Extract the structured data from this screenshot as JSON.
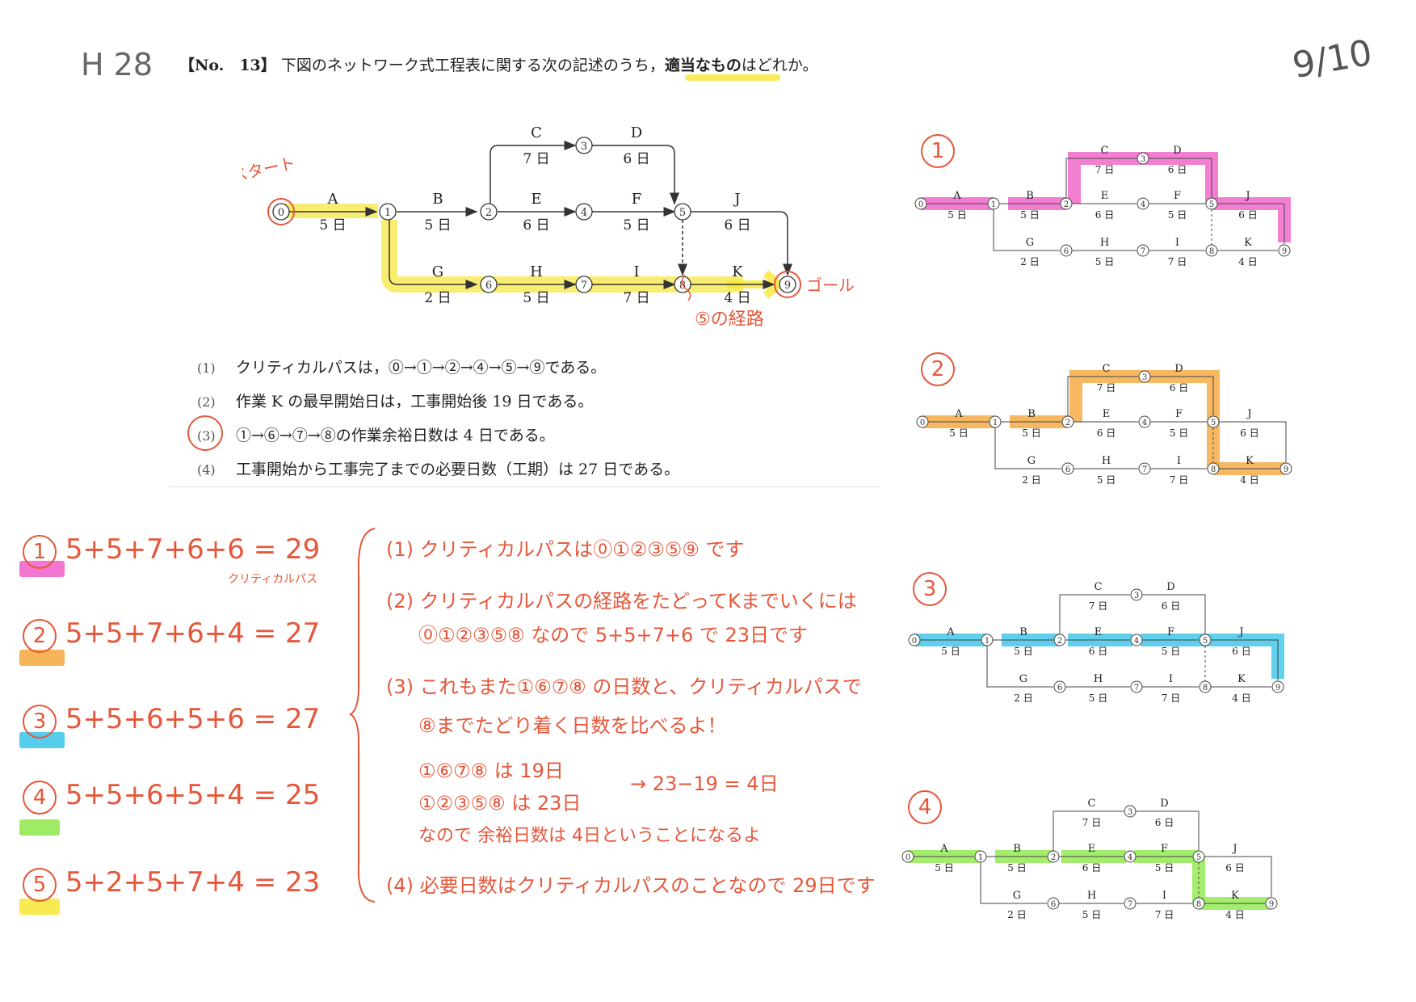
{
  "header": {
    "year": "H 28",
    "qno": "【No.　13】",
    "q_text": "下図のネットワーク式工程表に関する次の記述のうち，",
    "q_emph": "適当なもの",
    "q_tail": "はどれか。",
    "score": "9/10"
  },
  "main_diagram": {
    "start_label": "スタート",
    "goal_label": "ゴール",
    "route_note": "⑤の経路",
    "acts": {
      "A": {
        "name": "A",
        "days": "5 日"
      },
      "B": {
        "name": "B",
        "days": "5 日"
      },
      "C": {
        "name": "C",
        "days": "7 日"
      },
      "D": {
        "name": "D",
        "days": "6 日"
      },
      "E": {
        "name": "E",
        "days": "6 日"
      },
      "F": {
        "name": "F",
        "days": "5 日"
      },
      "G": {
        "name": "G",
        "days": "2 日"
      },
      "H": {
        "name": "H",
        "days": "5 日"
      },
      "I": {
        "name": "I",
        "days": "7 日"
      },
      "J": {
        "name": "J",
        "days": "6 日"
      },
      "K": {
        "name": "K",
        "days": "4 日"
      }
    },
    "nodes": [
      "0",
      "1",
      "2",
      "3",
      "4",
      "5",
      "6",
      "7",
      "8",
      "9"
    ]
  },
  "choices": [
    {
      "num": "(1)",
      "text": "クリティカルパスは，⓪→①→②→④→⑤→⑨である。"
    },
    {
      "num": "(2)",
      "text": "作業 K の最早開始日は，工事開始後 19 日である。"
    },
    {
      "num": "(3)",
      "text": "①→⑥→⑦→⑧の作業余裕日数は 4 日である。"
    },
    {
      "num": "(4)",
      "text": "工事開始から工事完了までの必要日数（工期）は 27 日である。"
    }
  ],
  "sums": [
    {
      "label": "1",
      "expr": "5+5+7+6+6 = 29",
      "note": "クリティカルパス",
      "color": "#f05fc8"
    },
    {
      "label": "2",
      "expr": "5+5+7+6+4 = 27",
      "color": "#f5a63c"
    },
    {
      "label": "3",
      "expr": "5+5+6+5+6 = 27",
      "color": "#38c4e8"
    },
    {
      "label": "4",
      "expr": "5+5+6+5+4 = 25",
      "color": "#8ee84a"
    },
    {
      "label": "5",
      "expr": "5+2+5+7+4 = 23",
      "color": "#f7e634"
    }
  ],
  "explanations": {
    "e1": "(1) クリティカルパスは⓪①②③⑤⑨ です",
    "e2a": "(2) クリティカルパスの経路をたどってKまでいくには",
    "e2b": "⓪①②③⑤⑧ なので 5+5+7+6 で 23日です",
    "e3a": "(3) これもまた①⑥⑦⑧ の日数と、クリティカルパスで",
    "e3b": "⑧までたどり着く日数を比べるよ！",
    "e3c": "①⑥⑦⑧ は 19日",
    "e3d": "→ 23−19 = 4日",
    "e3e": "①②③⑤⑧ は 23日",
    "e3f": "なので 余裕日数は 4日ということになるよ",
    "e4": "(4) 必要日数はクリティカルパスのことなので 29日です"
  },
  "mini_labels": [
    "1",
    "2",
    "3",
    "4"
  ]
}
